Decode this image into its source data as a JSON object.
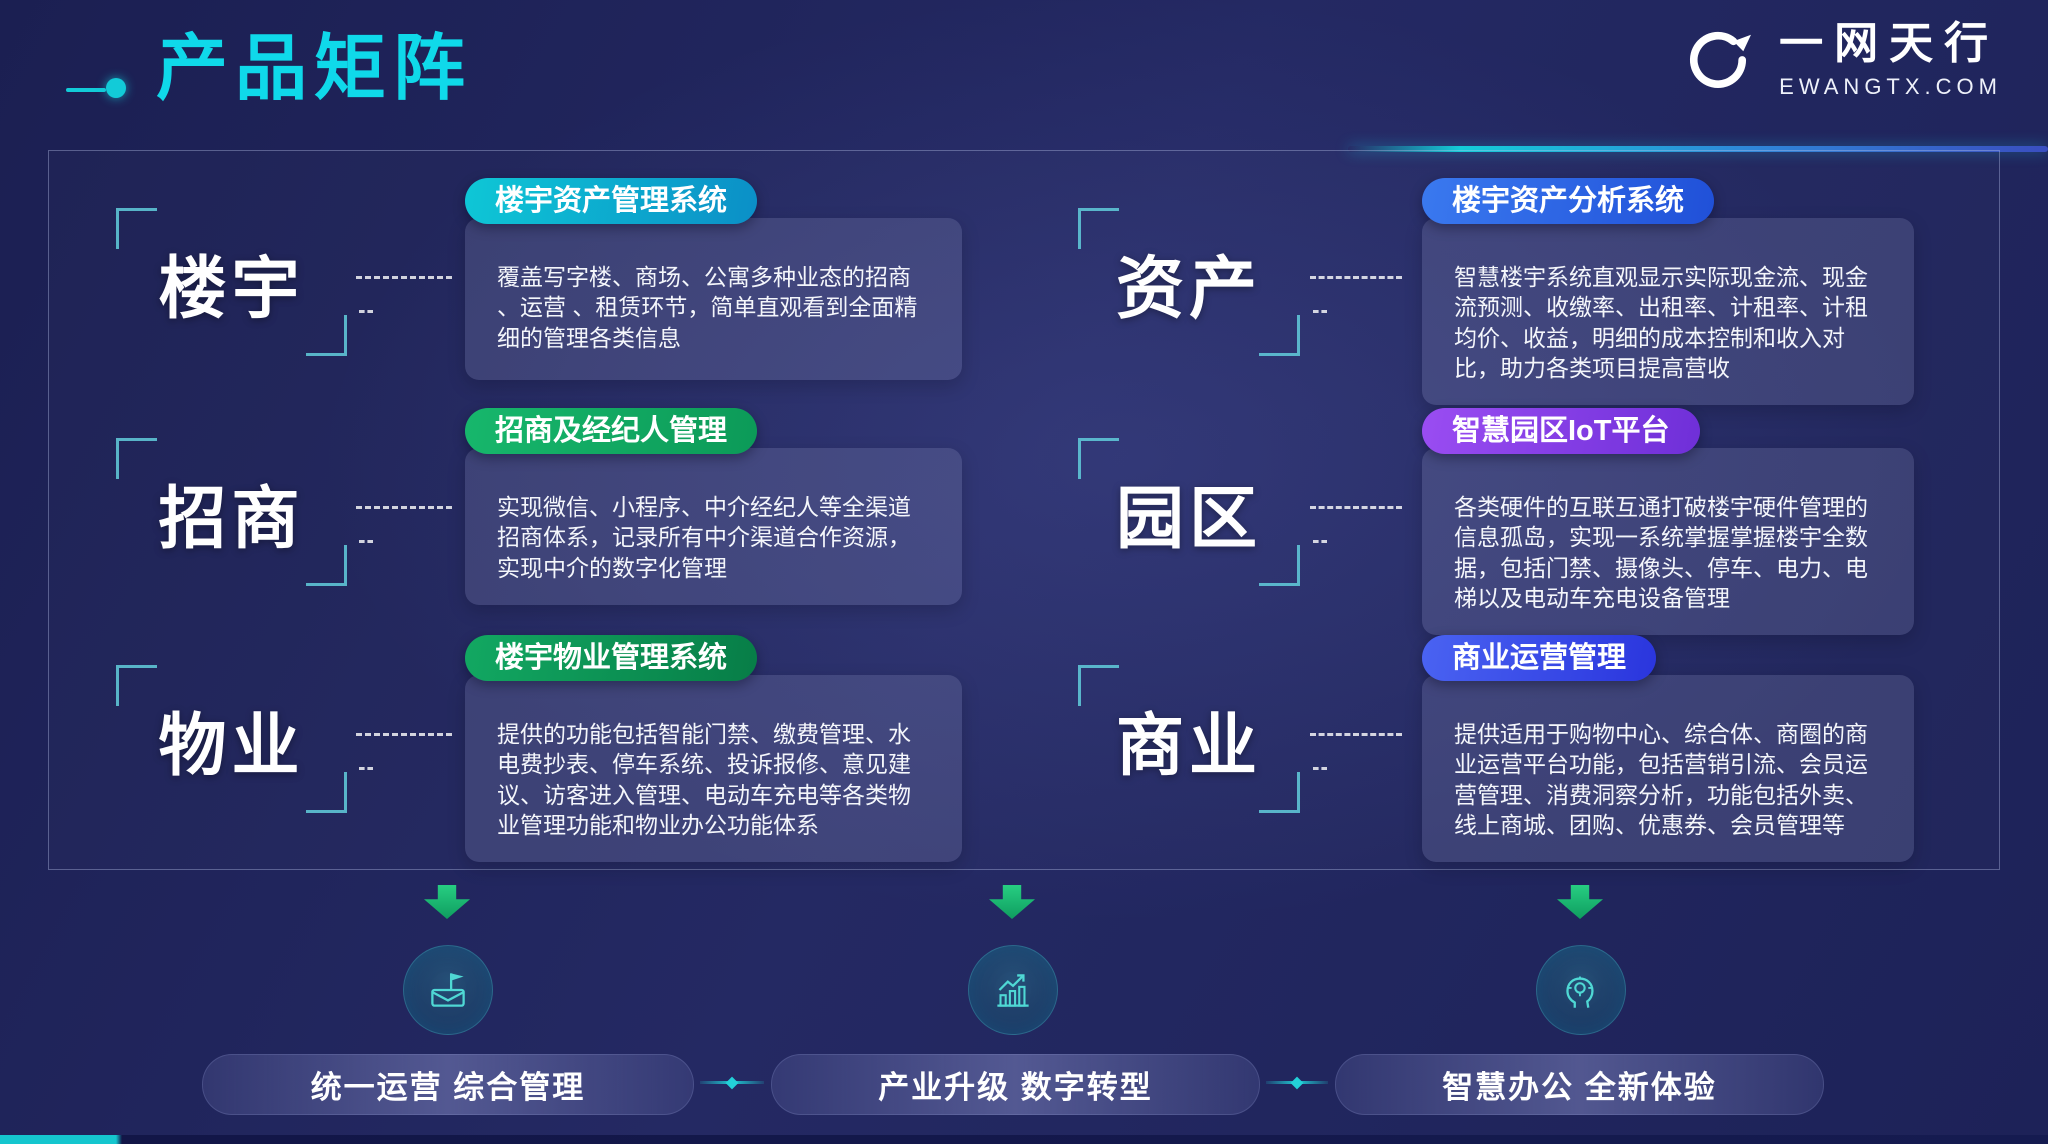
{
  "header": {
    "title": "产品矩阵",
    "brand_name": "一网天行",
    "brand_domain": "EWANGTX.COM"
  },
  "matrix": {
    "groups": [
      {
        "category": "楼宇",
        "pill": "楼宇资产管理系统",
        "pill_color": "#0ec7d6",
        "description": "覆盖写字楼、商场、公寓多种业态的招商 、运营 、租赁环节，简单直观看到全面精细的管理各类信息"
      },
      {
        "category": "招商",
        "pill": "招商及经纪人管理",
        "pill_color": "#17b76c",
        "description": "实现微信、小程序、中介经纪人等全渠道招商体系，记录所有中介渠道合作资源，实现中介的数字化管理"
      },
      {
        "category": "物业",
        "pill": "楼宇物业管理系统",
        "pill_color": "#12a862",
        "description": "提供的功能包括智能门禁、缴费管理、水电费抄表、停车系统、投诉报修、意见建议、访客进入管理、电动车充电等各类物业管理功能和物业办公功能体系"
      },
      {
        "category": "资产",
        "pill": "楼宇资产分析系统",
        "pill_color": "#3a79ef",
        "description": "智慧楼宇系统直观显示实际现金流、现金流预测、收缴率、出租率、计租率、计租均价、收益，明细的成本控制和收入对比，助力各类项目提高营收"
      },
      {
        "category": "园区",
        "pill": "智慧园区IoT平台",
        "pill_color": "#9a4df2",
        "description": "各类硬件的互联互通打破楼宇硬件管理的信息孤岛，实现一系统掌握掌握楼宇全数据，包括门禁、摄像头、停车、电力、电梯以及电动车充电设备管理"
      },
      {
        "category": "商业",
        "pill": "商业运营管理",
        "pill_color": "#4a63f2",
        "description": "提供适用于购物中心、综合体、商圈的商业运营平台功能，包括营销引流、会员运营管理、消费洞察分析，功能包括外卖、线上商城、团购、优惠券、会员管理等"
      }
    ]
  },
  "flow": {
    "items": [
      {
        "icon": "mail-flag-icon",
        "label": "统一运营 综合管理"
      },
      {
        "icon": "growth-chart-icon",
        "label": "产业升级 数字转型"
      },
      {
        "icon": "smart-mind-icon",
        "label": "智慧办公 全新体验"
      }
    ]
  },
  "colors": {
    "accent_cyan": "#0fd9ea",
    "arrow_green": "#1db874",
    "panel_border": "#b9c3eb",
    "background": "#20255c",
    "bottom_bar_teal": "#15c6ce"
  }
}
